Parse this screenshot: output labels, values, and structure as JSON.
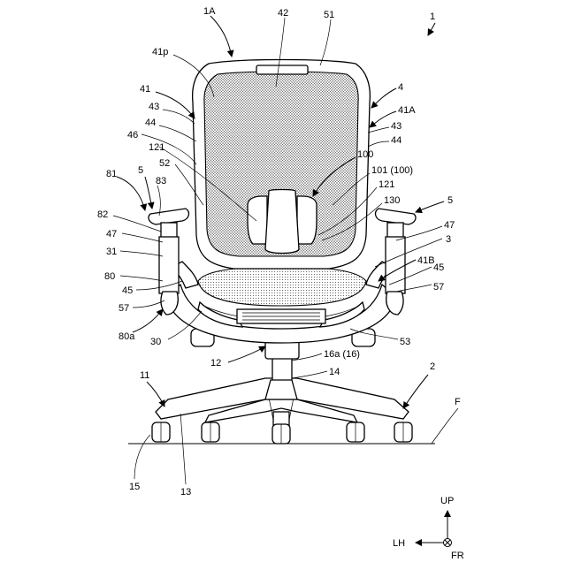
{
  "labels": {
    "l_1A": "1A",
    "l_42": "42",
    "l_51": "51",
    "l_1": "1",
    "l_41p": "41p",
    "l_41": "41",
    "l_43a": "43",
    "l_44a": "44",
    "l_4": "4",
    "l_41A": "41A",
    "l_43b": "43",
    "l_44b": "44",
    "l_46": "46",
    "l_121a": "121",
    "l_52": "52",
    "l_100": "100",
    "l_101": "101 (100)",
    "l_81": "81",
    "l_5a": "5",
    "l_83": "83",
    "l_121b": "121",
    "l_130": "130",
    "l_5b": "5",
    "l_82": "82",
    "l_47a": "47",
    "l_47b": "47",
    "l_3": "3",
    "l_31": "31",
    "l_41B": "41B",
    "l_45a": "45",
    "l_80": "80",
    "l_45b": "45",
    "l_57a": "57",
    "l_57b": "57",
    "l_80a": "80a",
    "l_30": "30",
    "l_53": "53",
    "l_12": "12",
    "l_16a": "16a (16)",
    "l_14": "14",
    "l_11": "11",
    "l_2": "2",
    "l_F": "F",
    "l_15": "15",
    "l_13": "13",
    "l_UP": "UP",
    "l_LH": "LH",
    "l_FR": "FR"
  }
}
